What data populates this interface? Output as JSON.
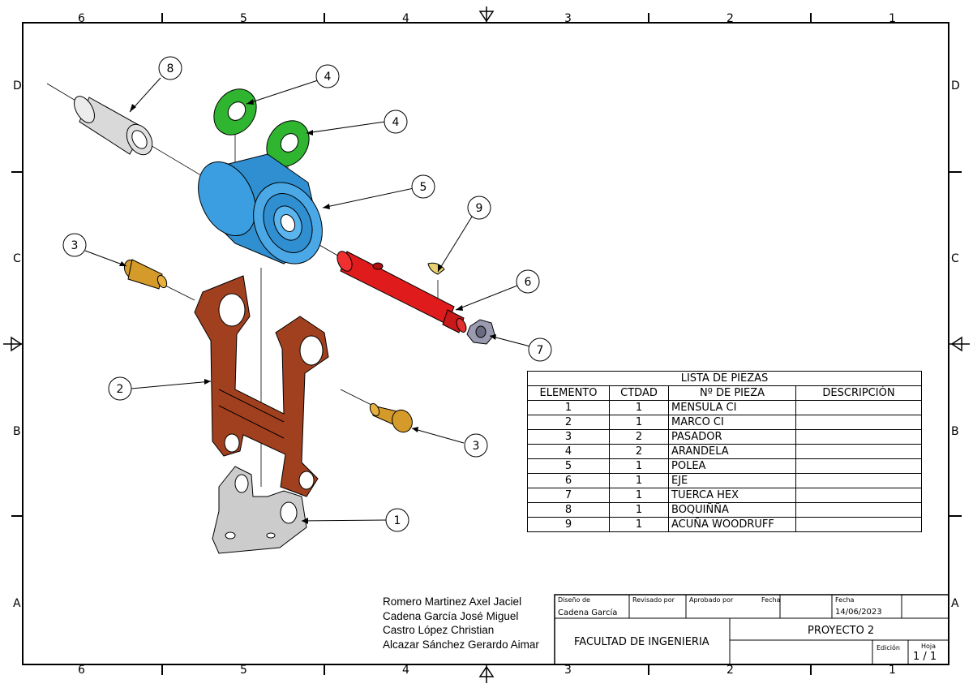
{
  "zones": {
    "top": [
      "6",
      "5",
      "4",
      "3",
      "2",
      "1"
    ],
    "bottom": [
      "6",
      "5",
      "4",
      "3",
      "2",
      "1"
    ],
    "left": [
      "D",
      "C",
      "B",
      "A"
    ],
    "right": [
      "D",
      "C",
      "B",
      "A"
    ]
  },
  "balloons": [
    "8",
    "4",
    "4",
    "5",
    "9",
    "3",
    "6",
    "7",
    "2",
    "3",
    "1"
  ],
  "colors": {
    "bushing": "#d9d9d9",
    "washer": "#2fb52f",
    "pulley": "#2f8fd0",
    "shaft": "#e01b1b",
    "pin": "#d49a2a",
    "bracket": "#a0401f",
    "base": "#cccccc",
    "nut": "#9a9ab0",
    "key": "#e8d070"
  },
  "parts_list": {
    "title": "LISTA DE PIEZAS",
    "headers": [
      "ELEMENTO",
      "CTDAD",
      "Nº DE PIEZA",
      "DESCRIPCIÓN"
    ],
    "rows": [
      {
        "item": "1",
        "qty": "1",
        "part": "MENSULA CI",
        "desc": ""
      },
      {
        "item": "2",
        "qty": "1",
        "part": "MARCO CI",
        "desc": ""
      },
      {
        "item": "3",
        "qty": "2",
        "part": "PASADOR",
        "desc": ""
      },
      {
        "item": "4",
        "qty": "2",
        "part": "ARANDELA",
        "desc": ""
      },
      {
        "item": "5",
        "qty": "1",
        "part": "POLEA",
        "desc": ""
      },
      {
        "item": "6",
        "qty": "1",
        "part": "EJE",
        "desc": ""
      },
      {
        "item": "7",
        "qty": "1",
        "part": "TUERCA HEX",
        "desc": ""
      },
      {
        "item": "8",
        "qty": "1",
        "part": "BOQUIÑÑA",
        "desc": ""
      },
      {
        "item": "9",
        "qty": "1",
        "part": "ACUÑA WOODRUFF",
        "desc": ""
      }
    ]
  },
  "authors": [
    "Romero Martinez Axel Jaciel",
    "Cadena García José Miguel",
    "Castro López Christian",
    "Alcazar Sánchez Gerardo Aimar"
  ],
  "title_block": {
    "designed_label": "Diseño de",
    "designed_value": "Cadena García",
    "reviewed_label": "Revisado por",
    "approved_label": "Aprobado por",
    "date_label_1": "Fecha",
    "date_label_2": "Fecha",
    "date_value": "14/06/2023",
    "organization": "FACULTAD DE INGENIERIA",
    "project": "PROYECTO 2",
    "edition_label": "Edición",
    "sheet_label": "Hoja",
    "sheet_value": "1 / 1"
  }
}
